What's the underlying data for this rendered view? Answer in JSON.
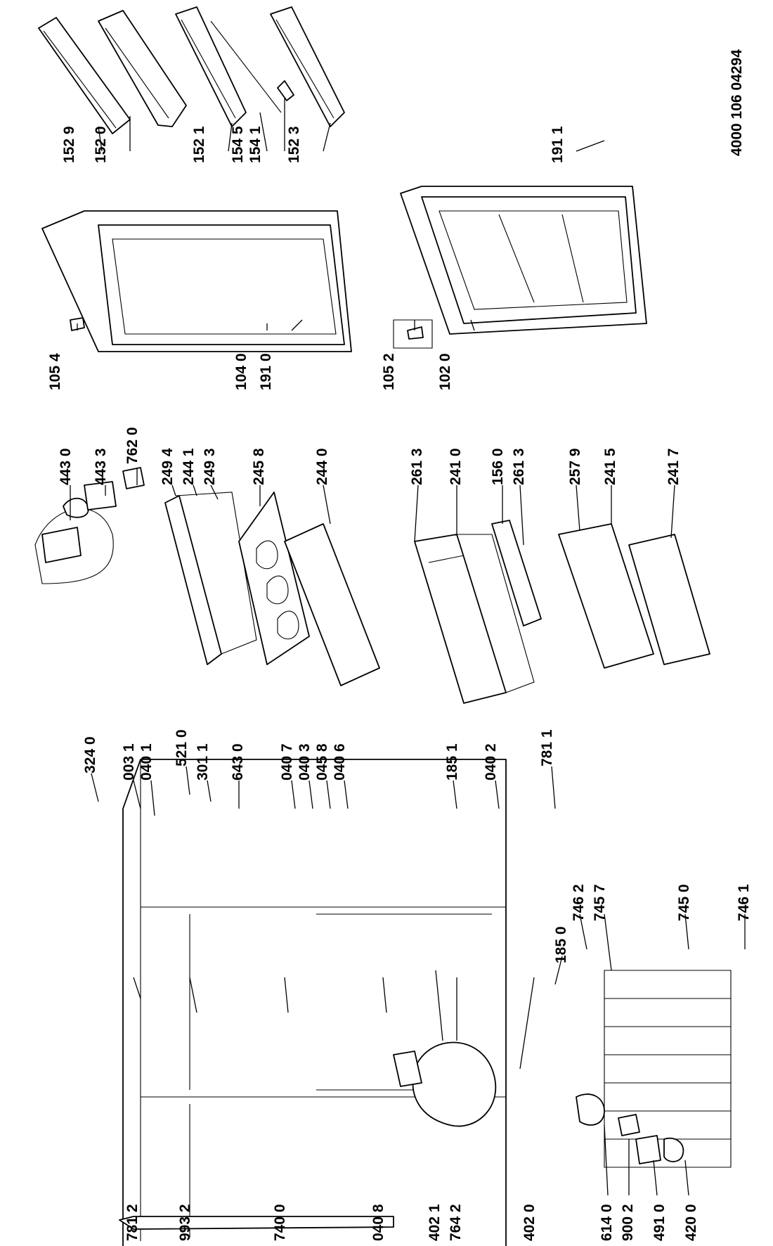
{
  "document_number": "4000 106 04294",
  "part_numbers": {
    "p1529": "152 9",
    "p1520": "152 0",
    "p1521": "152 1",
    "p1545": "154 5",
    "p1541": "154 1",
    "p1523": "152 3",
    "p1911": "191 1",
    "p1054": "105 4",
    "p1040": "104 0",
    "p1910": "191 0",
    "p1052": "105 2",
    "p1020": "102 0",
    "p4430": "443 0",
    "p4433": "443 3",
    "p7620": "762 0",
    "p2494": "249 4",
    "p2441": "244 1",
    "p2493": "249 3",
    "p2458": "245 8",
    "p2440": "244 0",
    "p2613a": "261 3",
    "p2410": "241 0",
    "p1560": "156 0",
    "p2613b": "261 3",
    "p2579": "257 9",
    "p2415": "241 5",
    "p2417": "241 7",
    "p3240": "324 0",
    "p0031": "003 1",
    "p0401": "040 1",
    "p5210": "521 0",
    "p3011": "301 1",
    "p6430": "643 0",
    "p0407": "040 7",
    "p0403": "040 3",
    "p0458": "045 8",
    "p0406": "040 6",
    "p1851": "185 1",
    "p0402": "040 2",
    "p7811": "781 1",
    "p7462": "746 2",
    "p7457": "745 7",
    "p7450": "745 0",
    "p7461": "746 1",
    "p1850": "185 0",
    "p7812": "781 2",
    "p9932": "993 2",
    "p7400": "740 0",
    "p0408": "040 8",
    "p4021": "402 1",
    "p7642": "764 2",
    "p4020": "402 0",
    "p6140": "614 0",
    "p9002": "900 2",
    "p4910": "491 0",
    "p4200": "420 0"
  }
}
